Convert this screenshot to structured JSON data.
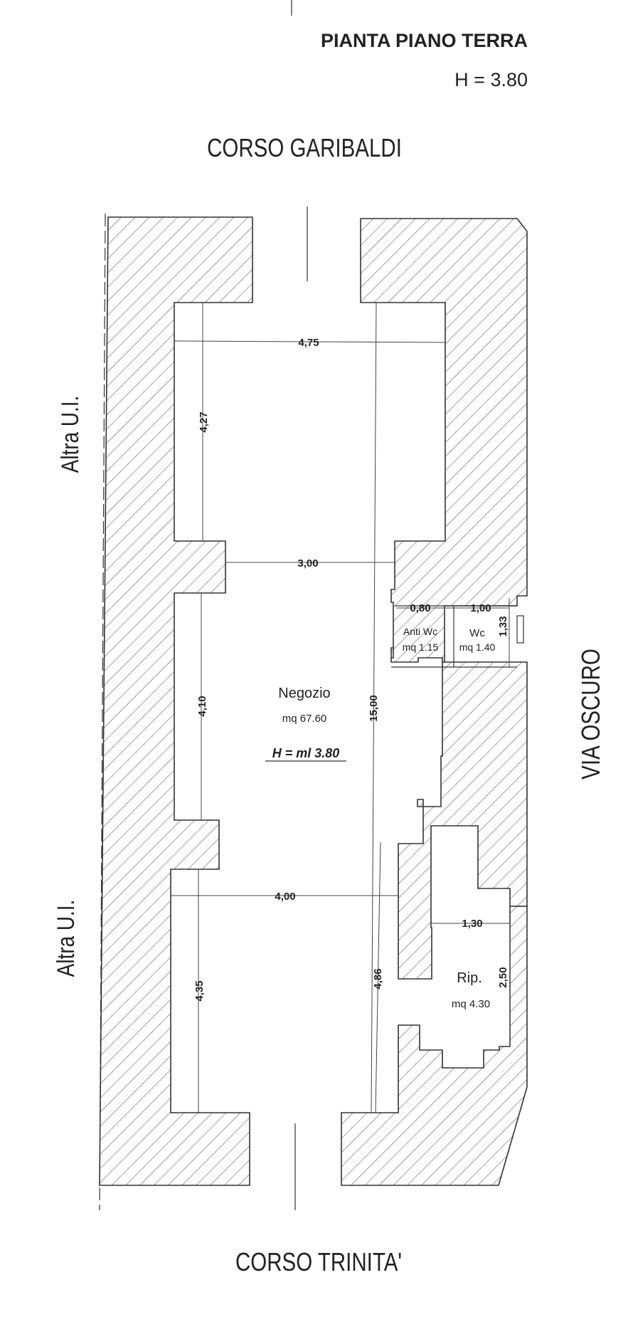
{
  "title": "PIANTA PIANO TERRA",
  "height_label": "H = 3.80",
  "streets": {
    "top": "CORSO GARIBALDI",
    "bottom": "CORSO TRINITA'",
    "right": "VIA OSCURO"
  },
  "neighbours": {
    "upper": "Altra U.I.",
    "lower": "Altra U.I."
  },
  "rooms": {
    "negozio": {
      "name": "Negozio",
      "area": "mq 67.60",
      "height": "H = ml 3.80"
    },
    "anti_wc": {
      "name": "Anti Wc",
      "area": "mq 1.15"
    },
    "wc": {
      "name": "Wc",
      "area": "mq 1.40"
    },
    "rip": {
      "name": "Rip.",
      "area": "mq 4.30"
    }
  },
  "dimensions": {
    "top_width": "4,75",
    "upper_height": "4,27",
    "middle_width": "3,00",
    "anti_wc_width": "0,80",
    "wc_width": "1,00",
    "wc_height": "1,33",
    "mid_height": "4,10",
    "total_length": "15,00",
    "lower_width": "4,00",
    "rip_width": "1,30",
    "rip_height": "2,50",
    "lower_height": "4,35",
    "bottom_length": "4,86"
  }
}
